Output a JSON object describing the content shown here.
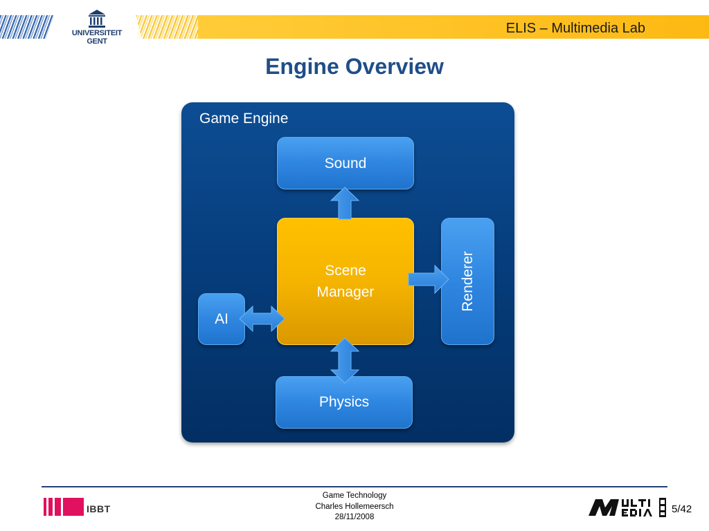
{
  "header": {
    "lab_title": "ELIS – Multimedia Lab",
    "logo_line1": "UNIVERSITEIT",
    "logo_line2": "GENT"
  },
  "slide": {
    "title": "Engine Overview"
  },
  "diagram": {
    "container_label": "Game Engine",
    "nodes": {
      "sound": "Sound",
      "scene_manager_line1": "Scene",
      "scene_manager_line2": "Manager",
      "renderer": "Renderer",
      "ai": "AI",
      "physics": "Physics"
    },
    "edges": [
      {
        "from": "Scene Manager",
        "to": "Sound",
        "direction": "one-way"
      },
      {
        "from": "Scene Manager",
        "to": "Renderer",
        "direction": "one-way"
      },
      {
        "from": "Scene Manager",
        "to": "AI",
        "direction": "two-way"
      },
      {
        "from": "Scene Manager",
        "to": "Physics",
        "direction": "two-way"
      }
    ],
    "colors": {
      "container": "#053b78",
      "node_blue": "#2f86e0",
      "node_orange": "#f5b400",
      "arrow": "#3a8fe6"
    }
  },
  "footer": {
    "line1": "Game Technology",
    "line2": "Charles Hollemeersch",
    "line3": "28/11/2008",
    "ibbt_label": "IBBT",
    "page": "5/42",
    "accent_color": "#e0115f"
  }
}
